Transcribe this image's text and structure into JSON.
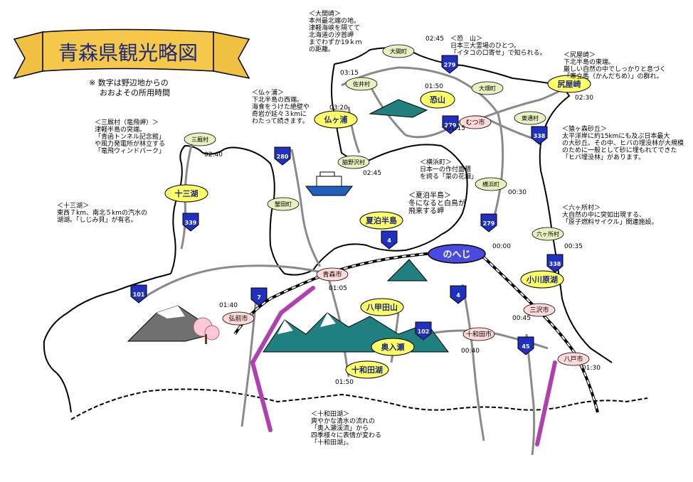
{
  "title": "青森県観光略図",
  "subtitle": "※ 数字は野辺地からの\nおおよその所用時間",
  "colors": {
    "coast": "#000000",
    "road": "#8a8a8a",
    "highway": "#c0c0c0",
    "rail": "#000000",
    "shinkansen": "#b040b0",
    "bubble_yellow": "#ffff66",
    "bubble_green": "#e8f0c0",
    "bubble_pink": "#ffd8d8",
    "bubble_blue": "#4a4ae0",
    "shield": "#2030c0",
    "banner": "#f0c040",
    "mountain": "#208080"
  },
  "center": "のへじ",
  "places_green": [
    "大間町",
    "佐井村",
    "大畑町",
    "東通村",
    "脇野沢村",
    "横浜町",
    "六ヶ所村",
    "蟹田町",
    "三厩村"
  ],
  "places_pink": [
    "むつ市",
    "青森市",
    "弘前市",
    "十和田市",
    "三沢市",
    "八戸市"
  ],
  "places_yellow": [
    "仏ヶ浦",
    "恐山",
    "尻屋崎",
    "十三湖",
    "夏泊半島",
    "小川原湖",
    "八甲田山",
    "十和田湖",
    "奥入瀬"
  ],
  "shields": [
    "279",
    "279",
    "280",
    "338",
    "339",
    "4",
    "279",
    "7",
    "101",
    "102",
    "4",
    "45",
    "338"
  ],
  "times": [
    "02:45",
    "03:15",
    "01:50",
    "02:30",
    "03:20",
    "01:15",
    "02:40",
    "02:45",
    "00:30",
    "00:00",
    "00:35",
    "01:40",
    "01:05",
    "00:45",
    "00:40",
    "01:30",
    "01:50"
  ],
  "notes": {
    "oma": "＜大間崎＞\n本州最北端の地。\n津軽海峡を隔てて\n北海道の汐首岬\nまでわずか19ｋｍ\nの距離。",
    "osore": "＜恐　山＞\n日本三大霊場のひとつ。\n「イタコの口寄せ」で知られる。",
    "shiriya": "＜尻屋崎＞\n下北半島の東端。\n厳しい自然の中でしっかりと息づく\n「寒立馬（かんだちめ）」の群れ。",
    "hotoke": "＜仏ヶ浦＞\n下北半島の西端。\n海食をうけた絶壁や\n奇岩が延々３kmに\nわたって続きます。",
    "tappi": "＜三厩村（竜飛岬）＞\n津軽半島の突端。\n「青函トンネル記念館」\nや風力発電所が林立する\n「竜飛ウィンドパーク」",
    "kamikita": "＜猿ヶ森砂丘＞\n太平洋岸に約15kmにも及ぶ日本最大\nの大砂丘。その中、ヒバの埋没林が大規模\nのために一般として砂に埋もれてできた\n「ヒバ埋没林」があります。",
    "yokohama": "＜横浜町＞\n日本一の作付面積\nを誇る「菜の花畑」",
    "natsudomari": "＜夏泊半島＞\n冬になると白鳥が\n飛来する岬",
    "jusan": "＜十三湖＞\n東西７km、南北５kmの汽水の\n湖湖。「しじみ貝」が有名。",
    "rokkasho": "＜六ヶ所村＞\n大自然の中に突如出現する、\n「原子燃料サイクル」関連施設。",
    "towada": "＜十和田湖＞\n爽やかな清水の流れの\n「奥入瀬渓流」から\n四季様々に表情が変わる\n「十和田湖」。"
  }
}
